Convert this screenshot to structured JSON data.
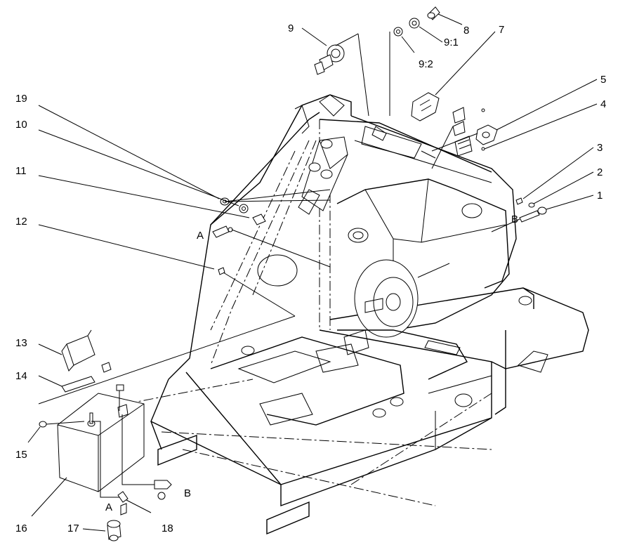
{
  "diagram": {
    "callouts": [
      {
        "id": "c1",
        "text": "1"
      },
      {
        "id": "c2",
        "text": "2"
      },
      {
        "id": "c3",
        "text": "3"
      },
      {
        "id": "c4",
        "text": "4"
      },
      {
        "id": "c5",
        "text": "5"
      },
      {
        "id": "c7",
        "text": "7"
      },
      {
        "id": "c8",
        "text": "8"
      },
      {
        "id": "c9",
        "text": "9"
      },
      {
        "id": "c9_1",
        "text": "9:1"
      },
      {
        "id": "c9_2",
        "text": "9:2"
      },
      {
        "id": "c10",
        "text": "10"
      },
      {
        "id": "c11",
        "text": "11"
      },
      {
        "id": "c12",
        "text": "12"
      },
      {
        "id": "c13",
        "text": "13"
      },
      {
        "id": "c14",
        "text": "14"
      },
      {
        "id": "c15",
        "text": "15"
      },
      {
        "id": "c16",
        "text": "16"
      },
      {
        "id": "c17",
        "text": "17"
      },
      {
        "id": "c18",
        "text": "18"
      },
      {
        "id": "c19",
        "text": "19"
      }
    ],
    "connection_labels": [
      {
        "id": "a_top",
        "text": "A"
      },
      {
        "id": "b_top",
        "text": "B"
      },
      {
        "id": "a_bottom",
        "text": "A"
      },
      {
        "id": "b_bottom",
        "text": "B"
      }
    ]
  }
}
